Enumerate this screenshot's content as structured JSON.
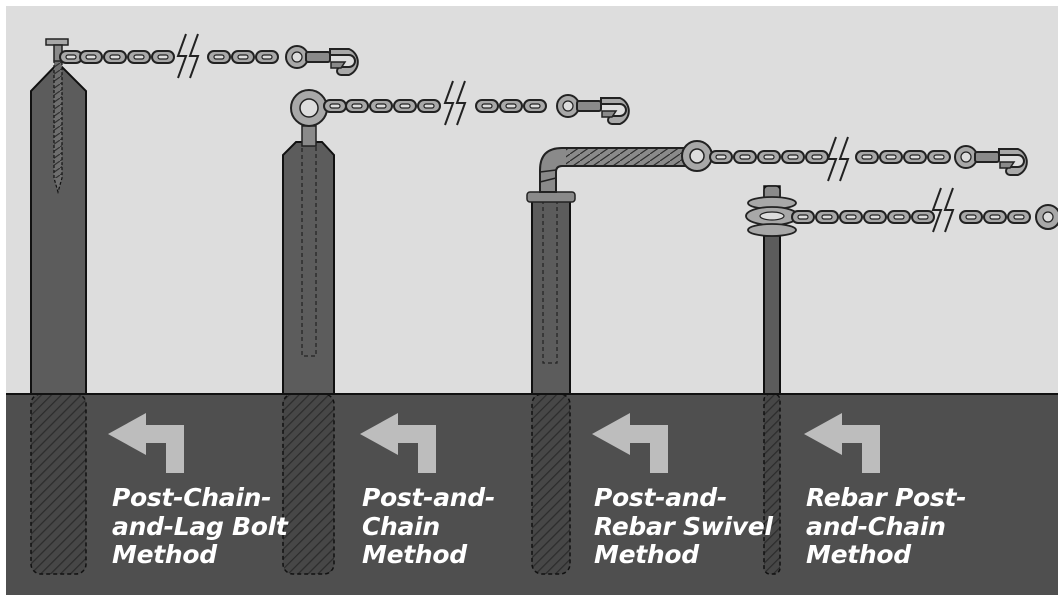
{
  "colors": {
    "sky": "#dddddd",
    "ground": "#4f4f4f",
    "post": "#5c5c5c",
    "chain": "#a8a8a8",
    "arrow": "#bdbdbd",
    "label": "#ffffff"
  },
  "methods": [
    {
      "lines": [
        "Post-Chain-",
        "and-Lag Bolt",
        "Method"
      ],
      "post": "wood-post-lag-bolt"
    },
    {
      "lines": [
        "Post-and-",
        "Chain",
        "Method"
      ],
      "post": "wood-post-eye-bolt"
    },
    {
      "lines": [
        "Post-and-",
        "Rebar Swivel",
        "Method"
      ],
      "post": "wood-post-rebar-swivel"
    },
    {
      "lines": [
        "Rebar Post-",
        "and-Chain",
        "Method"
      ],
      "post": "rebar-post"
    }
  ],
  "icons": [
    "return-arrow-icon",
    "chain-break-icon",
    "snap-hook-icon"
  ]
}
